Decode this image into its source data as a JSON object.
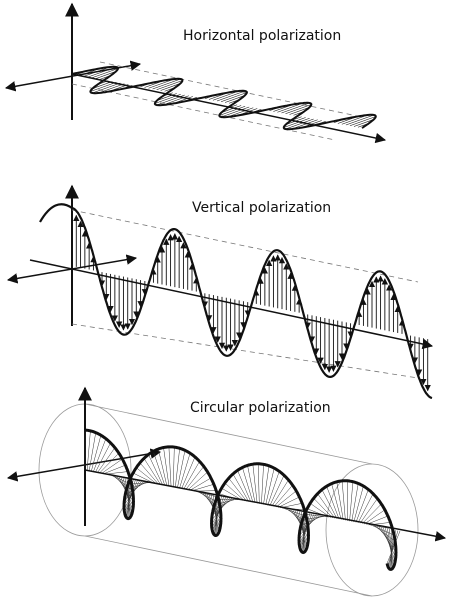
{
  "panels": [
    {
      "id": "horizontal",
      "title": "Horizontal polarization"
    },
    {
      "id": "vertical",
      "title": "Vertical polarization"
    },
    {
      "id": "circular",
      "title": "Circular polarization"
    }
  ],
  "colors": {
    "background": "#ffffff",
    "ink": "#111111",
    "guide": "#777777"
  }
}
